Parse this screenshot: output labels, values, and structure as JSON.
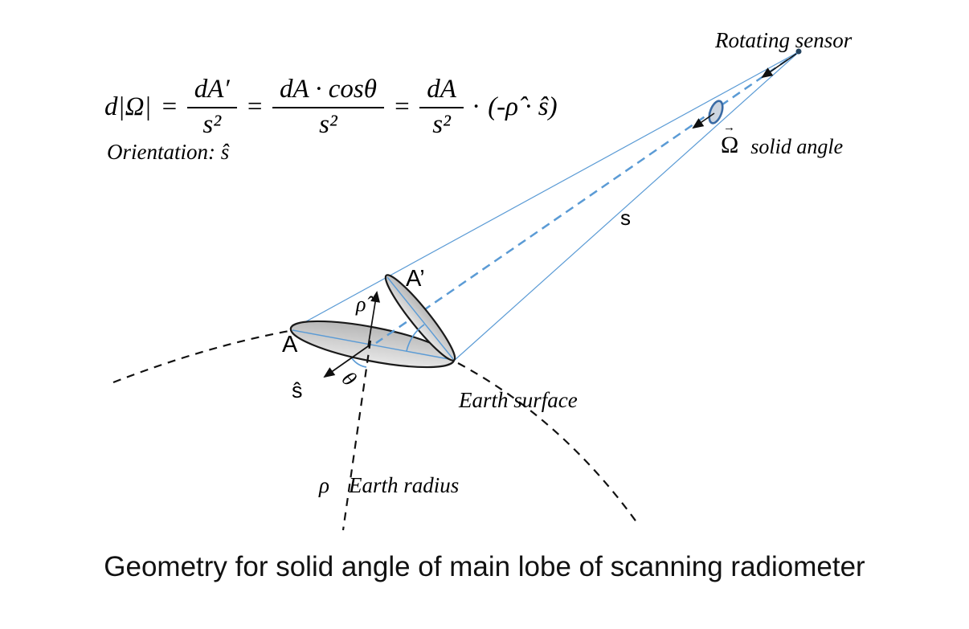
{
  "colors": {
    "cone_blue": "#5B9BD5",
    "ellipse_stroke": "#1a1a1a",
    "ellipse_fill_dark": "#b3b3b3",
    "ellipse_fill_light": "#e3e3e3",
    "sensor_ellipse_stroke": "#3a6ba5",
    "sensor_ellipse_fill": "#cdd5e0",
    "text": "#000000"
  },
  "formula": {
    "lhs": "d|Ω|",
    "eq": "=",
    "frac1_num": "dA′",
    "frac1_den": "s²",
    "frac2_num": "dA · cosθ",
    "frac2_den": "s²",
    "frac3_num": "dA",
    "frac3_den": "s²",
    "dot": "·",
    "tail": "(-ρ̂ · ŝ)"
  },
  "orientation": "Orientation: ŝ",
  "sensor_label": "Rotating sensor",
  "solid_angle": {
    "symbol": "Ω",
    "vector_arrow": "→",
    "label": "solid angle"
  },
  "distance_label": "s",
  "area_label": "A",
  "area_prime_label": "A’",
  "rho_hat": "ρ̂",
  "s_hat": "ŝ",
  "theta": "θ",
  "earth_surface": "Earth surface",
  "earth_radius": {
    "symbol": "ρ",
    "label": "Earth radius"
  },
  "caption": "Geometry for solid angle of main lobe of scanning radiometer"
}
